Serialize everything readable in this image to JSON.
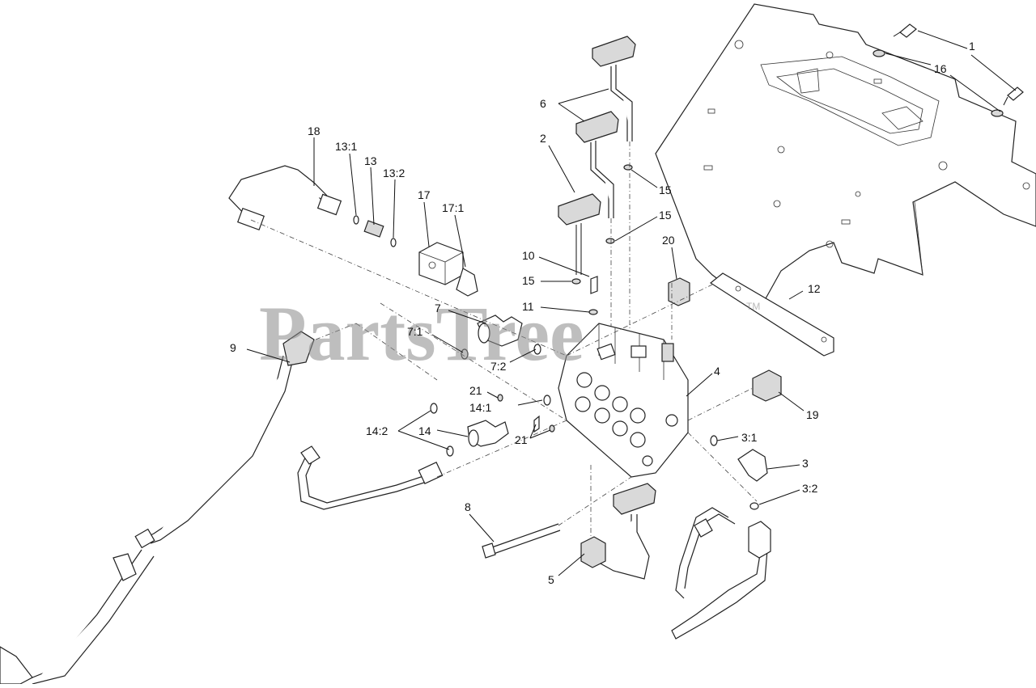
{
  "watermark": {
    "brand": "PartsTree",
    "trademark": "TM"
  },
  "colors": {
    "line": "#111111",
    "watermark": "#8a8a8a",
    "background": "#ffffff"
  },
  "callouts": [
    {
      "id": "c1",
      "text": "1"
    },
    {
      "id": "c16",
      "text": "16"
    },
    {
      "id": "c6",
      "text": "6"
    },
    {
      "id": "c2",
      "text": "2"
    },
    {
      "id": "c18",
      "text": "18"
    },
    {
      "id": "c13_1",
      "text": "13:1"
    },
    {
      "id": "c13",
      "text": "13"
    },
    {
      "id": "c13_2",
      "text": "13:2"
    },
    {
      "id": "c17",
      "text": "17"
    },
    {
      "id": "c17_1",
      "text": "17:1"
    },
    {
      "id": "c15a",
      "text": "15"
    },
    {
      "id": "c15b",
      "text": "15"
    },
    {
      "id": "c20",
      "text": "20"
    },
    {
      "id": "c10",
      "text": "10"
    },
    {
      "id": "c15c",
      "text": "15"
    },
    {
      "id": "c12",
      "text": "12"
    },
    {
      "id": "c11",
      "text": "11"
    },
    {
      "id": "c7",
      "text": "7"
    },
    {
      "id": "c7_1",
      "text": "7:1"
    },
    {
      "id": "c9",
      "text": "9"
    },
    {
      "id": "c7_2",
      "text": "7:2"
    },
    {
      "id": "c4",
      "text": "4"
    },
    {
      "id": "c21a",
      "text": "21"
    },
    {
      "id": "c14_1",
      "text": "14:1"
    },
    {
      "id": "c19",
      "text": "19"
    },
    {
      "id": "c14_2",
      "text": "14:2"
    },
    {
      "id": "c14",
      "text": "14"
    },
    {
      "id": "c21b",
      "text": "21"
    },
    {
      "id": "c3_1",
      "text": "3:1"
    },
    {
      "id": "c3",
      "text": "3"
    },
    {
      "id": "c3_2",
      "text": "3:2"
    },
    {
      "id": "c8",
      "text": "8"
    },
    {
      "id": "c5",
      "text": "5"
    }
  ]
}
